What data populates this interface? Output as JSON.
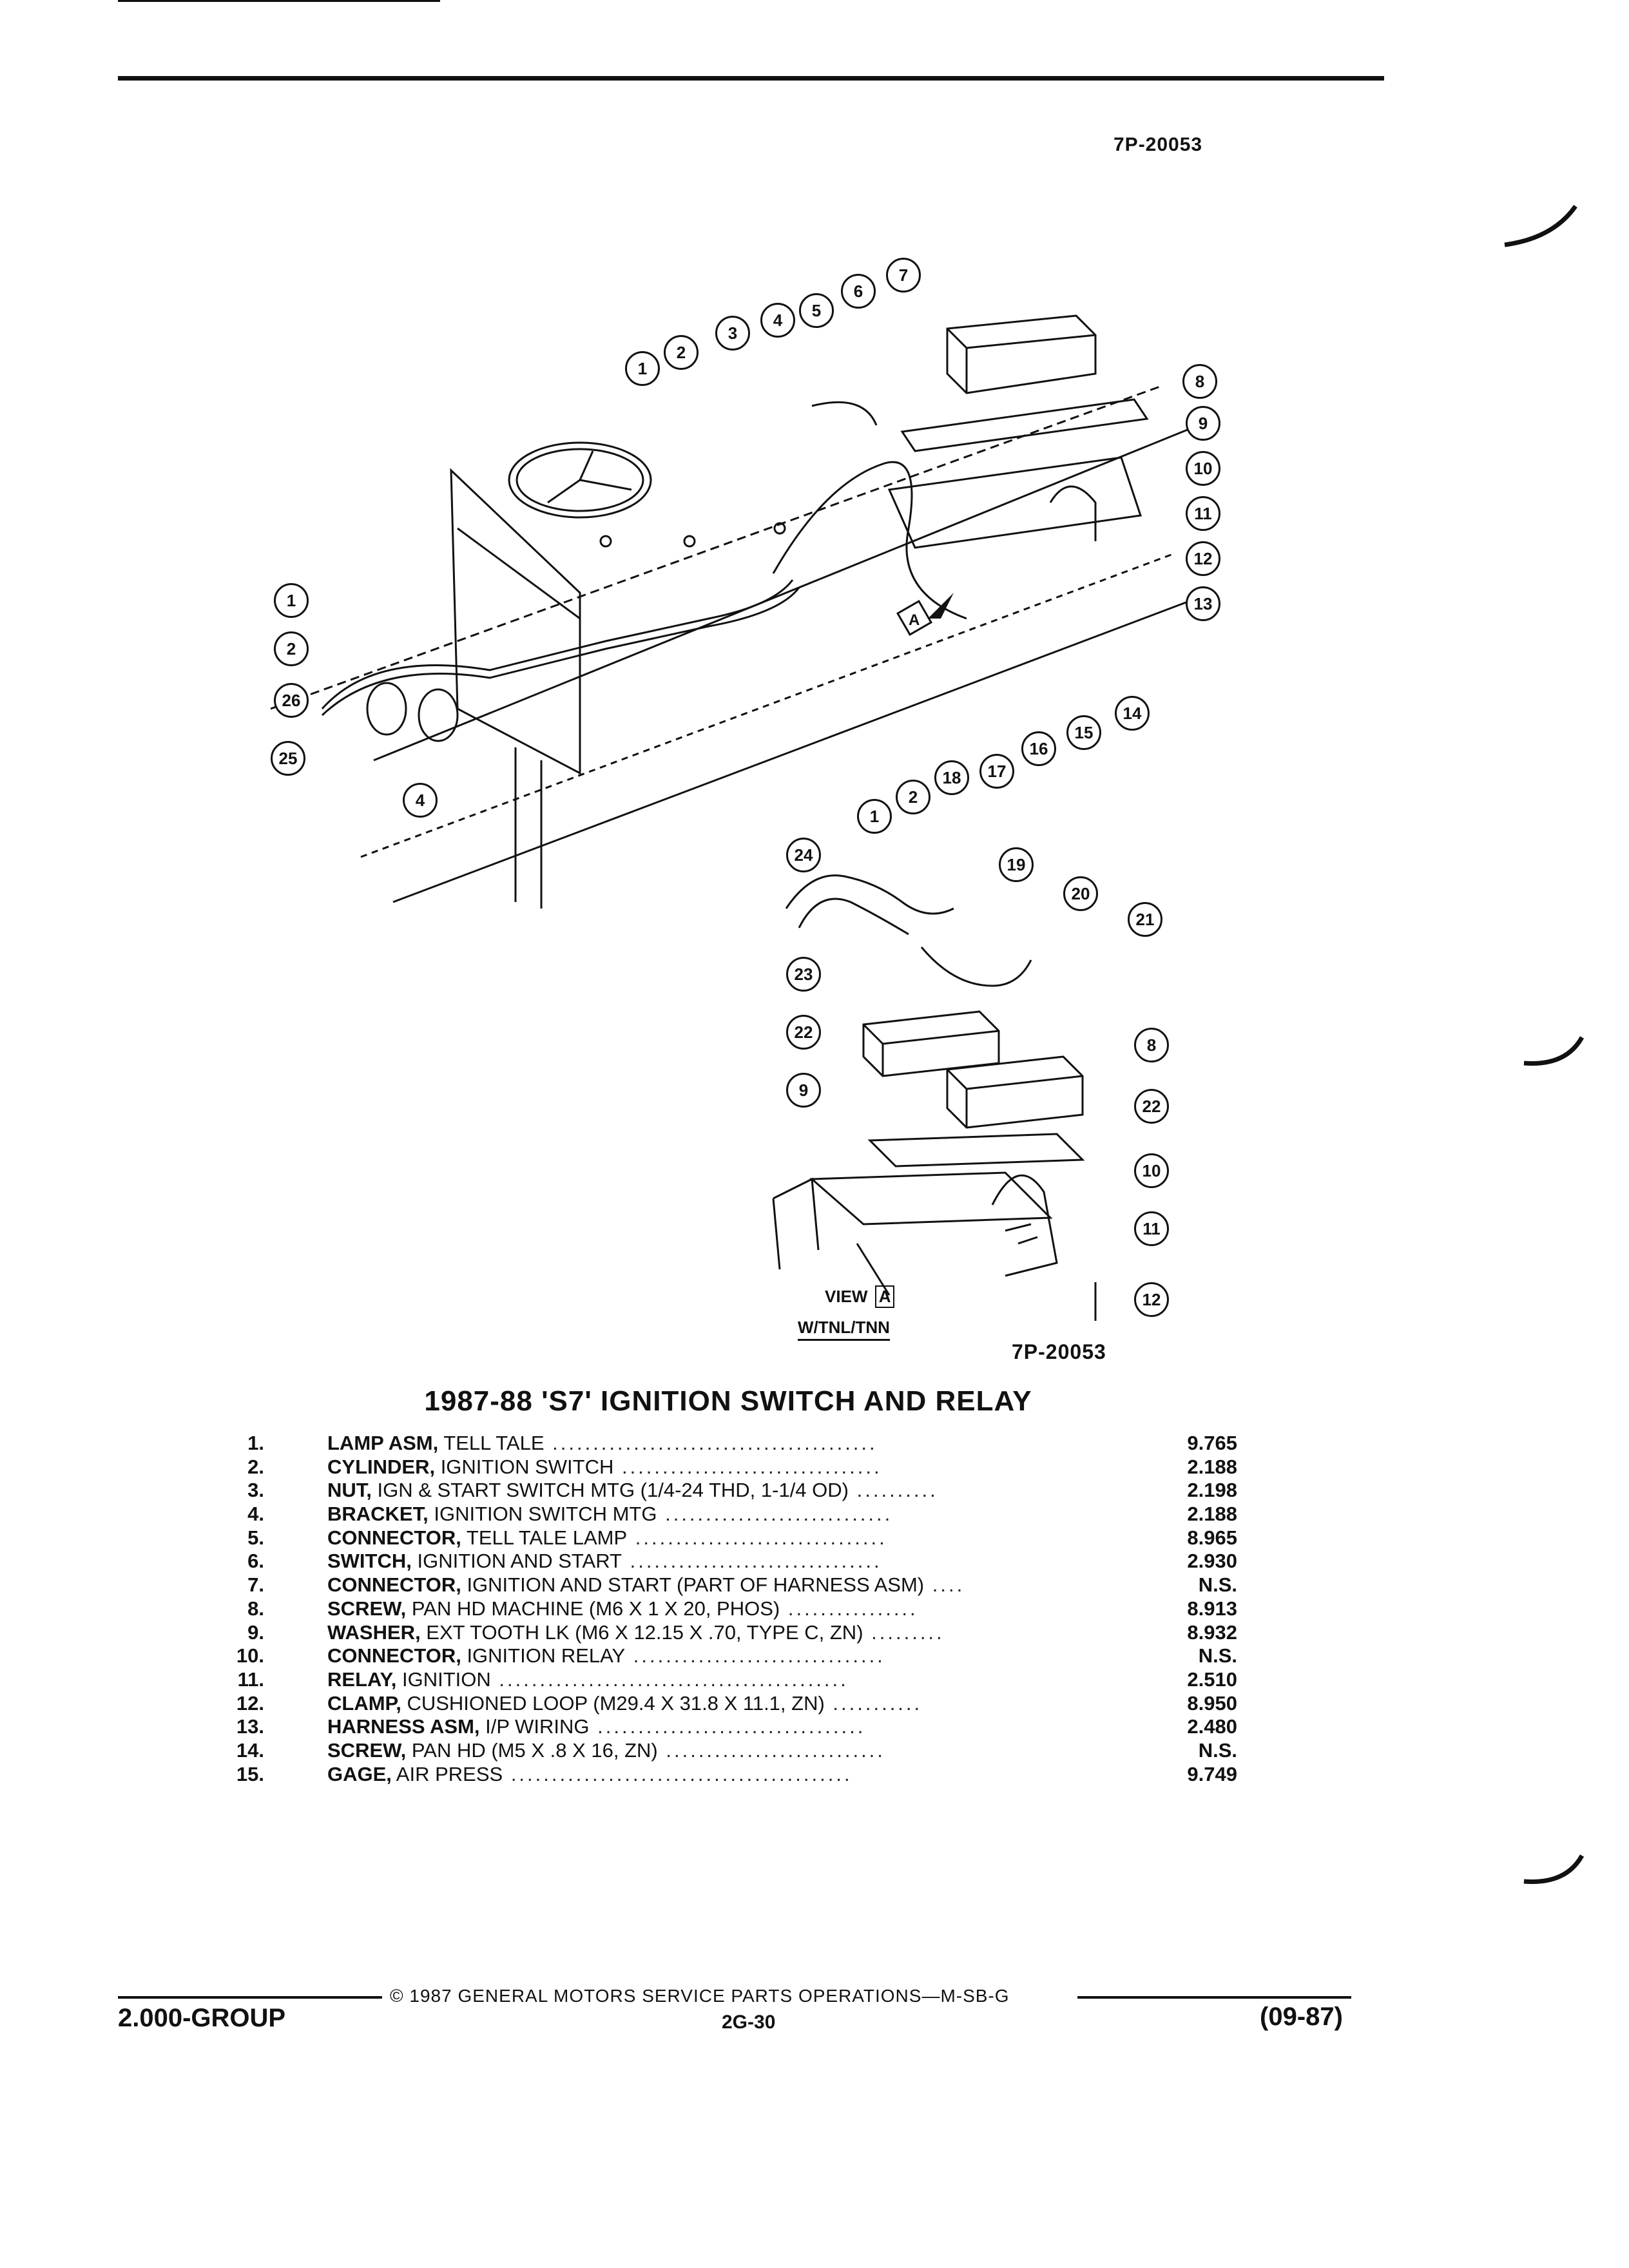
{
  "header": {
    "figure_number": "7P-20053"
  },
  "figure": {
    "callouts_main": [
      "1",
      "2",
      "3",
      "4",
      "5",
      "6",
      "7",
      "8",
      "9",
      "10",
      "11",
      "12",
      "13",
      "1",
      "2",
      "26",
      "25",
      "4",
      "1",
      "2",
      "18",
      "17",
      "16",
      "15",
      "14"
    ],
    "callouts_view": [
      "24",
      "19",
      "20",
      "21",
      "23",
      "8",
      "22",
      "22",
      "9",
      "10",
      "11",
      "12"
    ],
    "view_label": "VIEW",
    "view_letter": "A",
    "arrow_letter": "A",
    "view_caption": "W/TNL/TNN",
    "figure_number_bottom": "7P-20053"
  },
  "title": "1987-88 'S7' IGNITION SWITCH AND RELAY",
  "parts": [
    {
      "num": "1.",
      "name": "LAMP ASM,",
      "detail": " TELL TALE",
      "leader": " ........................................",
      "value": "9.765"
    },
    {
      "num": "2.",
      "name": "CYLINDER,",
      "detail": " IGNITION SWITCH",
      "leader": " ................................",
      "value": "2.188"
    },
    {
      "num": "3.",
      "name": "NUT,",
      "detail": " IGN & START SWITCH MTG (1/4-24 THD, 1-1/4 OD)",
      "leader": " ..........",
      "value": "2.198"
    },
    {
      "num": "4.",
      "name": "BRACKET,",
      "detail": " IGNITION SWITCH MTG",
      "leader": " ............................",
      "value": "2.188"
    },
    {
      "num": "5.",
      "name": "CONNECTOR,",
      "detail": " TELL TALE LAMP",
      "leader": " ...............................",
      "value": "8.965"
    },
    {
      "num": "6.",
      "name": "SWITCH,",
      "detail": " IGNITION AND START",
      "leader": " ...............................",
      "value": "2.930"
    },
    {
      "num": "7.",
      "name": "CONNECTOR,",
      "detail": " IGNITION AND START (PART OF HARNESS ASM)",
      "leader": " ....",
      "value": "N.S."
    },
    {
      "num": "8.",
      "name": "SCREW,",
      "detail": " PAN HD MACHINE (M6 X 1 X 20, PHOS)",
      "leader": " ................",
      "value": "8.913"
    },
    {
      "num": "9.",
      "name": "WASHER,",
      "detail": " EXT TOOTH LK (M6 X 12.15 X .70, TYPE C, ZN)",
      "leader": " .........",
      "value": "8.932"
    },
    {
      "num": "10.",
      "name": "CONNECTOR,",
      "detail": " IGNITION RELAY",
      "leader": " ...............................",
      "value": "N.S."
    },
    {
      "num": "11.",
      "name": "RELAY,",
      "detail": " IGNITION",
      "leader": " ...........................................",
      "value": "2.510"
    },
    {
      "num": "12.",
      "name": "CLAMP,",
      "detail": " CUSHIONED LOOP (M29.4 X 31.8 X 11.1, ZN)",
      "leader": " ...........",
      "value": "8.950"
    },
    {
      "num": "13.",
      "name": "HARNESS ASM,",
      "detail": " I/P WIRING",
      "leader": " .................................",
      "value": "2.480"
    },
    {
      "num": "14.",
      "name": "SCREW,",
      "detail": " PAN HD (M5 X .8 X 16, ZN)",
      "leader": " ...........................",
      "value": "N.S."
    },
    {
      "num": "15.",
      "name": "GAGE,",
      "detail": " AIR PRESS",
      "leader": " ..........................................",
      "value": "9.749"
    }
  ],
  "footer": {
    "copyright": "© 1987 GENERAL MOTORS SERVICE PARTS OPERATIONS—M-SB-G",
    "group": "2.000-GROUP",
    "page": "2G-30",
    "date": "(09-87)"
  }
}
